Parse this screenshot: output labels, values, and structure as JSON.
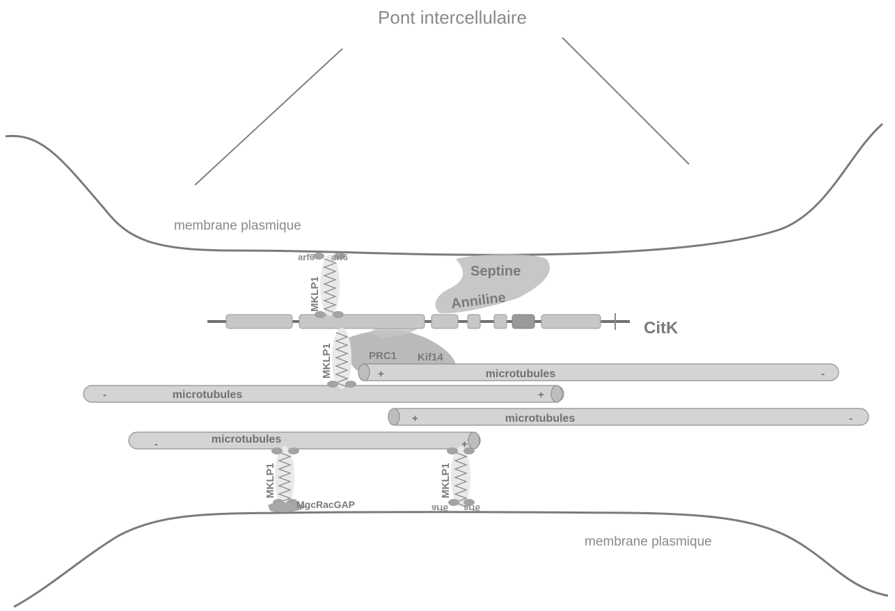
{
  "title": "Pont intercellulaire",
  "membranes": {
    "top_label": "membrane plasmique",
    "bottom_label": "membrane plasmique"
  },
  "proteins": {
    "septine": "Septine",
    "anniline": "Anniline",
    "citk": "CitK",
    "prc1": "PRC1",
    "kif14": "Kif14",
    "mgcracgap": "MgcRacGAP",
    "mklp1": "MKLP1",
    "arf6": "arf6"
  },
  "microtubules": [
    {
      "label": "microtubules",
      "left_sign": "+",
      "right_sign": "-"
    },
    {
      "label": "microtubules",
      "left_sign": "-",
      "right_sign": "+"
    },
    {
      "label": "microtubules",
      "left_sign": "+",
      "right_sign": "-"
    },
    {
      "label": "microtubules",
      "left_sign": "-",
      "right_sign": "+"
    }
  ],
  "colors": {
    "membrane": "#7a7a7a",
    "microtubule_fill": "#d4d4d4",
    "protein_fill": "#b5b5b5",
    "text": "#7a7a7a"
  }
}
